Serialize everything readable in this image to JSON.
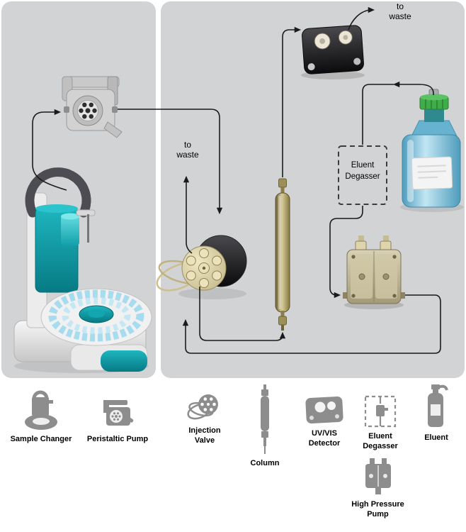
{
  "colors": {
    "panel": "#d2d3d4",
    "background": "#ffffff",
    "line": "#1b1b1b",
    "teal": "#0a9aa5",
    "vial_blue": "#a7dbee",
    "bottle_blue": "#7fc0da",
    "cap_green": "#3fae49",
    "valve_tan": "#d8cfa5",
    "pump_tan": "#b5ac8c",
    "detector_black": "#141416",
    "legend_gray": "#8d8d8d",
    "text": "#000000"
  },
  "flow": {
    "waste_top_label": "to\nwaste",
    "waste_left_label": "to\nwaste"
  },
  "degasser": {
    "label": "Eluent\nDegasser"
  },
  "legend": {
    "items": [
      {
        "name": "sample-changer",
        "label": "Sample Changer"
      },
      {
        "name": "peristaltic-pump",
        "label": "Peristaltic Pump"
      },
      {
        "name": "injection-valve",
        "label": "Injection\nValve"
      },
      {
        "name": "column",
        "label": "Column"
      },
      {
        "name": "uvvis-detector",
        "label": "UV/VIS\nDetector"
      },
      {
        "name": "eluent-degasser",
        "label": "Eluent\nDegasser"
      },
      {
        "name": "eluent",
        "label": "Eluent"
      },
      {
        "name": "high-pressure-pump",
        "label": "High Pressure\nPump"
      }
    ]
  }
}
